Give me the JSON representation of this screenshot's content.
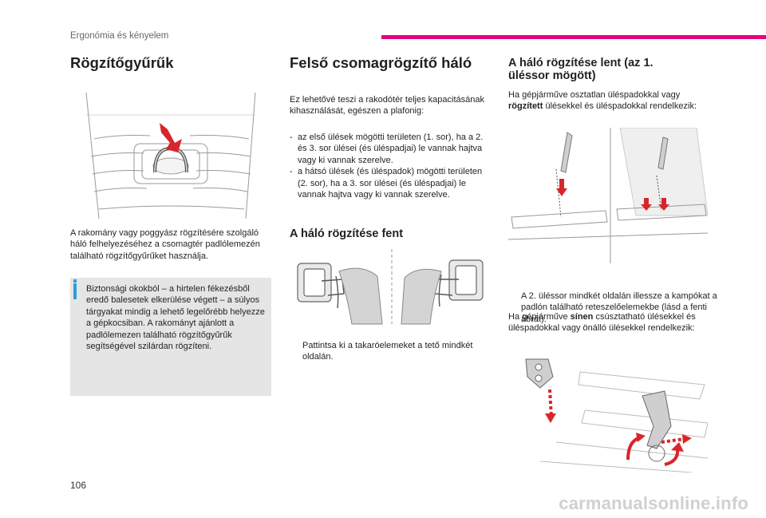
{
  "header": {
    "section": "Ergonómia és kényelem",
    "accent_color": "#e6007e"
  },
  "col1": {
    "title": "Rögzítőgyűrűk",
    "paragraph": "A rakomány vagy poggyász rögzítésére szolgáló háló felhelyezéséhez a csomagtér padlólemezén található rögzítőgyűrűket használja.",
    "info_icon": "info-icon",
    "info_color": "#2b9fd9",
    "info_text": "Biztonsági okokból – a hirtelen fékezésből eredő balesetek elkerülése végett – a súlyos tárgyakat mindig a lehető legelőrébb helyezze a gépkocsiban. A rakományt ajánlott a padlólemezen található rögzítőgyűrűk segítségével szilárdan rögzíteni."
  },
  "col2": {
    "title": "Felső csomagrögzítő háló",
    "intro": "Ez lehetővé teszi a rakodótér teljes kapacitásának kihasználását, egészen a plafonig:",
    "bullets": [
      "az első ülések mögötti területen (1. sor), ha a 2. és 3. sor ülései (és üléspadjai) le vannak hajtva vagy ki vannak szerelve.",
      "a hátsó ülések (és üléspadok) mögötti területen (2. sor), ha a 3. sor ülései (és üléspadjai) le vannak hajtva vagy ki vannak szerelve."
    ],
    "bullet_mark": "-",
    "subtitle": "A háló rögzítése fent",
    "tip": "Pattintsa ki a takaróelemeket a tető mindkét oldalán.",
    "tip_mark": ""
  },
  "col3": {
    "title_line1": "A háló rögzítése lent (az 1.",
    "title_line2": "üléssor mögött)",
    "p1_before": "Ha gépjárműve osztatlan üléspadokkal vagy ",
    "p1_bold": "rögzített",
    "p1_after": " ülésekkel és üléspadokkal rendelkezik:",
    "tip": "A 2. üléssor mindkét oldalán illessze a kampókat a padlón található reteszelőelemekbe (lásd a fenti ábrát).",
    "tip_mark": "",
    "p2_before": "Ha gépjárműve ",
    "p2_bold": "sínen",
    "p2_after": " csúsztatható ülésekkel és üléspadokkal vagy önálló ülésekkel rendelkezik:"
  },
  "footer": {
    "page_number": "106",
    "watermark": "carmanualsonline.info"
  },
  "colors": {
    "red_arrow": "#d7262b",
    "line_art": "#8a8a8a"
  }
}
